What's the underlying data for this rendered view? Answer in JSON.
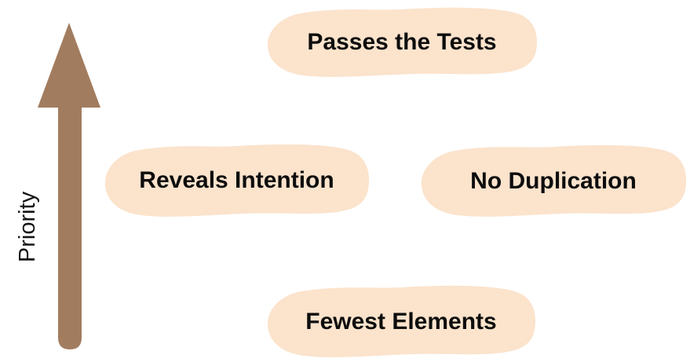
{
  "axis": {
    "label": "Priority"
  },
  "colors": {
    "arrow": "#A27C5F",
    "node_fill": "#FBE3CC",
    "text": "#0D0D0D",
    "background": "#FFFFFF"
  },
  "nodes": [
    {
      "label": "Passes the Tests",
      "position": "top"
    },
    {
      "label": "Reveals Intention",
      "position": "middle-left"
    },
    {
      "label": "No Duplication",
      "position": "middle-right"
    },
    {
      "label": "Fewest Elements",
      "position": "bottom"
    }
  ]
}
